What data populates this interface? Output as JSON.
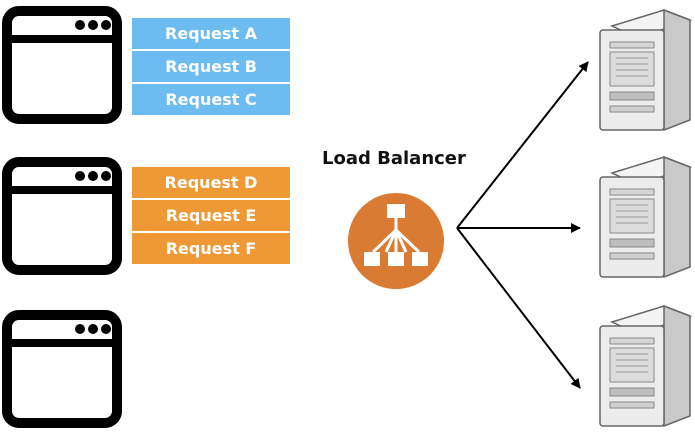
{
  "clients": [
    {
      "requests": [
        "Request A",
        "Request B",
        "Request C"
      ],
      "color": "#6cbcf2"
    },
    {
      "requests": [
        "Request D",
        "Request E",
        "Request F"
      ],
      "color": "#ef9836"
    },
    {
      "requests": []
    }
  ],
  "load_balancer": {
    "label": "Load Balancer",
    "color": "#d97b32",
    "icon": "load-balancer-icon"
  },
  "servers": 3,
  "icons": {
    "client": "browser-window-icon",
    "server": "server-tower-icon"
  }
}
